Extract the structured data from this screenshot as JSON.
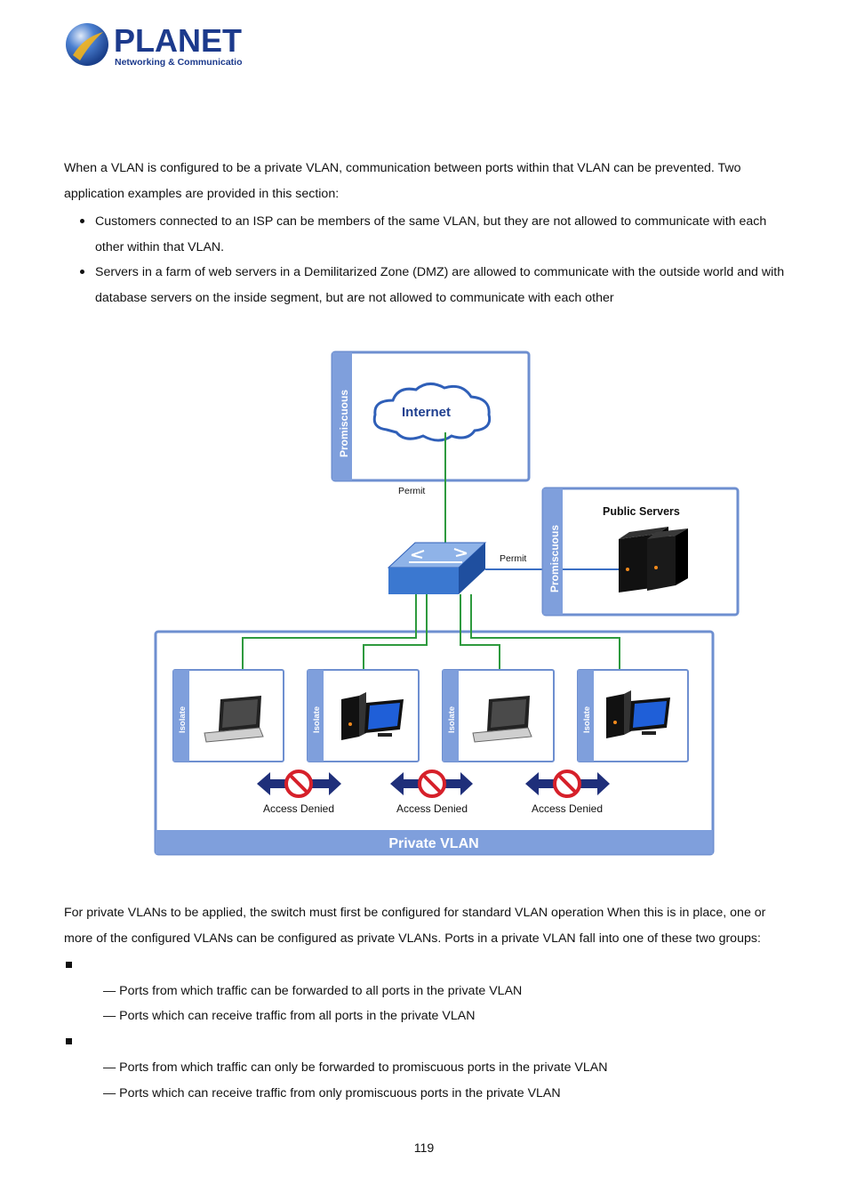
{
  "header": {
    "logo_name": "PLANET",
    "logo_tagline": "Networking & Communication"
  },
  "intro": "When a VLAN is configured to be a private VLAN, communication between ports within that VLAN can be prevented. Two application examples are provided in this section:",
  "bullets": [
    "Customers connected to an ISP can be members of the same VLAN, but they are not allowed to communicate with each other within that VLAN.",
    "Servers in a farm of web servers in a Demilitarized Zone (DMZ) are allowed to communicate with the outside world and with database servers on the inside segment, but are not allowed to communicate with each other"
  ],
  "diagram": {
    "promiscuous_label": "Promiscuous",
    "internet_label": "Internet",
    "permit_label": "Permit",
    "public_servers_label": "Public Servers",
    "isolate_label": "Isolate",
    "access_denied_label": "Access Denied",
    "private_vlan_label": "Private VLAN",
    "colors": {
      "frame_blue": "#6e8fd0",
      "band_blue": "#7f9fdc",
      "link_green": "#2e9a3e",
      "link_blue": "#3b6fc4",
      "arrow_navy": "#1f2f7a",
      "deny_red": "#d6202a"
    }
  },
  "body_para": "For private VLANs to be applied, the switch must first be configured for standard VLAN operation When this is in place, one or more of the configured VLANs can be configured as private VLANs. Ports in a private VLAN fall into one of these two groups:",
  "groups": [
    {
      "lines": [
        "— Ports from which traffic can be forwarded to all ports in the private VLAN",
        "— Ports which can receive traffic from all ports in the private VLAN"
      ]
    },
    {
      "lines": [
        "— Ports from which traffic can only be forwarded to promiscuous ports in the private VLAN",
        "— Ports which can receive traffic from only promiscuous ports in the private VLAN"
      ]
    }
  ],
  "page_number": "119"
}
